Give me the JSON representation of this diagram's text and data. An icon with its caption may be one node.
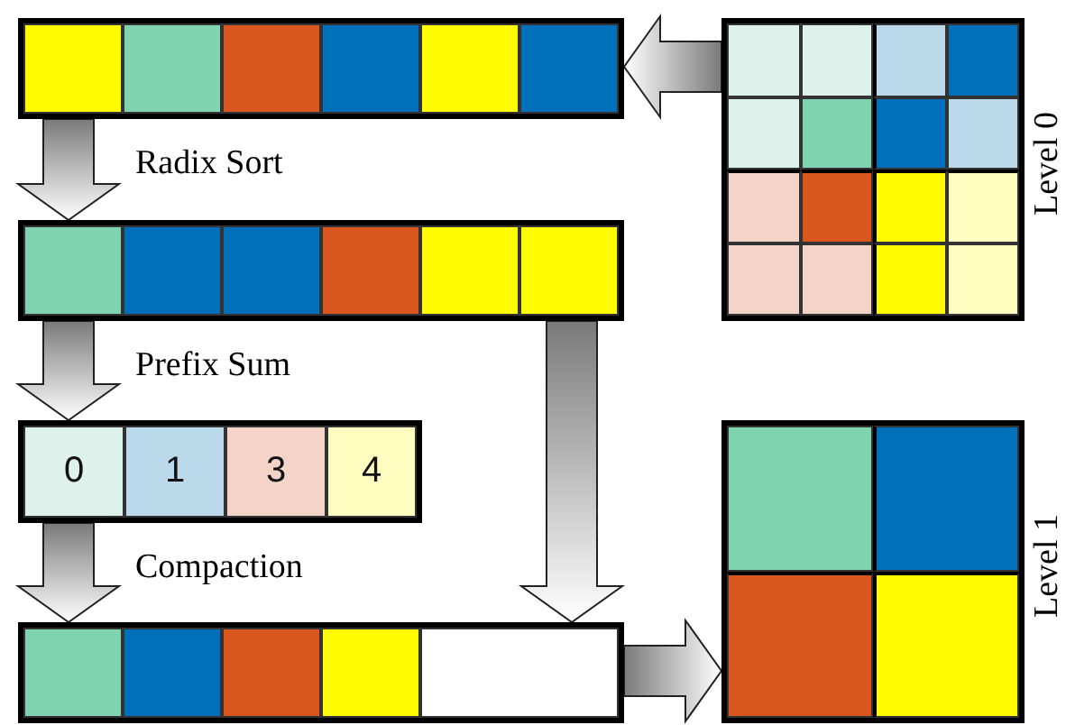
{
  "diagram": {
    "nodes": [
      {
        "text": [],
        "shape": "bar"
      },
      {
        "text": [],
        "shape": "box",
        "beside": [
          "Level 0"
        ]
      },
      {
        "text": [],
        "shape": "bar"
      },
      {
        "text": [],
        "shape": "bar"
      },
      {
        "text": [
          "0"
        ],
        "in": 3
      },
      {
        "text": [
          "1"
        ],
        "in": 3
      },
      {
        "text": [
          "3"
        ],
        "in": 3
      },
      {
        "text": [
          "4"
        ],
        "in": 3
      },
      {
        "text": [],
        "shape": "bar"
      },
      {
        "text": [],
        "shape": "box",
        "beside": [
          "Level 1"
        ]
      }
    ],
    "edges": [
      {
        "from": 1,
        "to": 0,
        "arrow": "to"
      },
      {
        "from": 0,
        "to": 2,
        "arrow": "to",
        "label": "Radix Sort"
      },
      {
        "from": 2,
        "to": 3,
        "arrow": "to",
        "label": "Prefix Sum"
      },
      {
        "from": 3,
        "to": 8,
        "arrow": "to",
        "label": "Compaction"
      },
      {
        "from": 2,
        "to": 8,
        "arrow": "to"
      },
      {
        "from": 8,
        "to": 9,
        "arrow": "to"
      }
    ]
  }
}
